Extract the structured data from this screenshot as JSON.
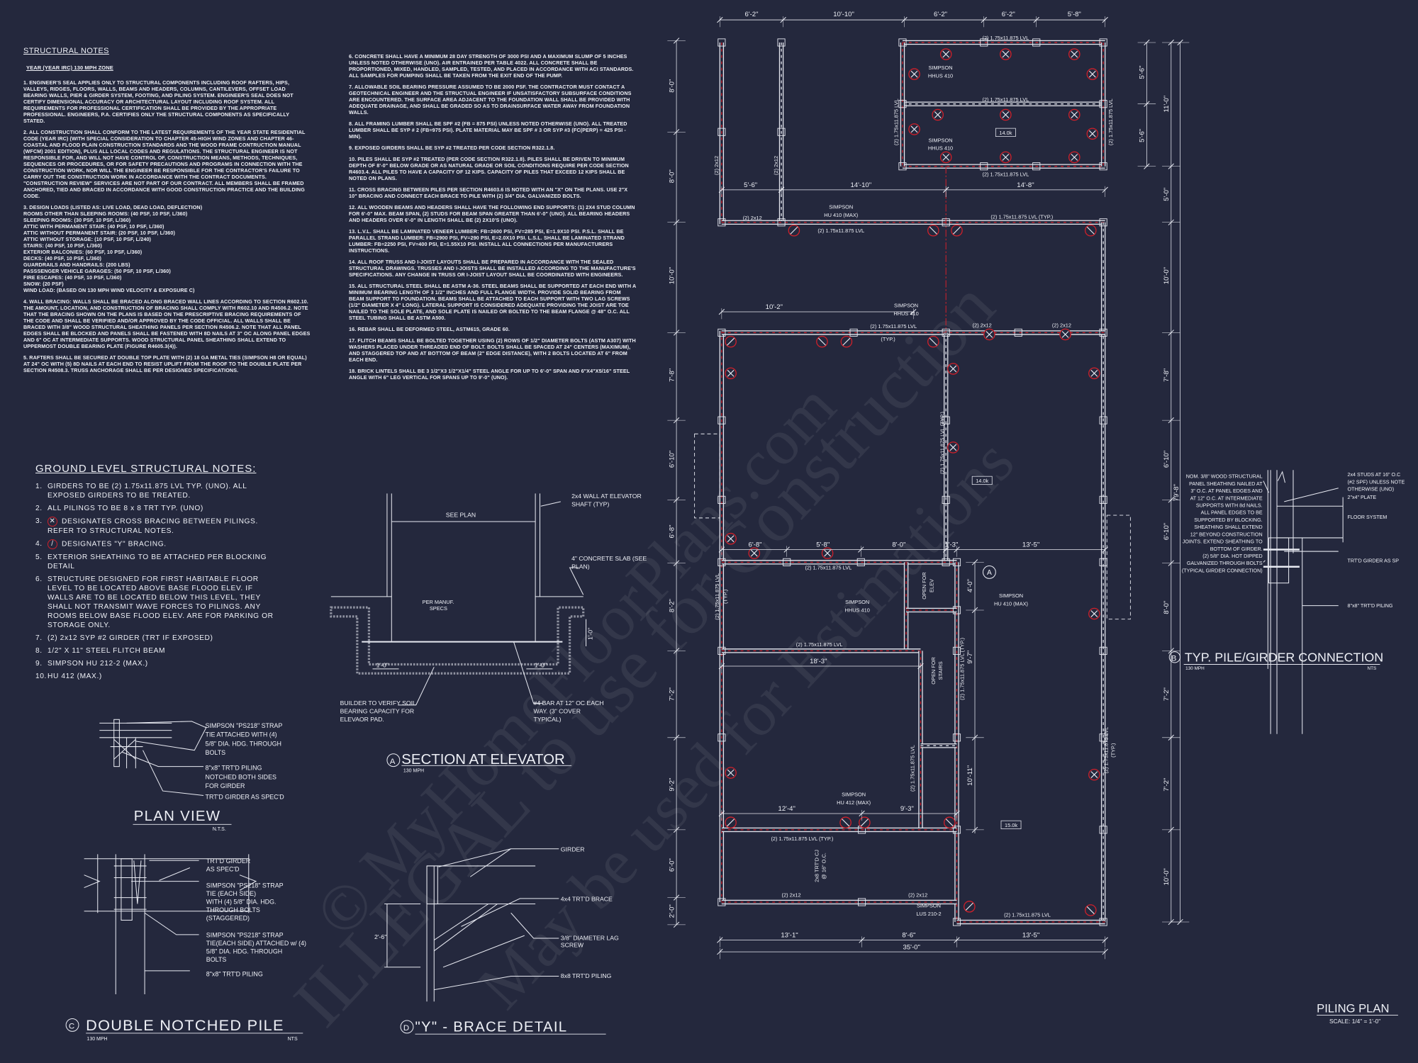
{
  "colors": {
    "background": "#24283d",
    "linework": "#e8eaf2",
    "pile_marker": "#d0202a"
  },
  "watermark": [
    "© MyHomeFloorPlans.com",
    "ILLEGAL to use for Construction",
    "May be used for Estimations"
  ],
  "structural_notes": {
    "title": "STRUCTURAL NOTES",
    "subtitle": "YEAR (YEAR IRC) 130 mph ZONE",
    "n1": "1. ENGINEER'S SEAL APPLIES ONLY TO STRUCTURAL COMPONENTS INCLUDING ROOF RAFTERS, HIPS, VALLEYS, RIDGES, FLOORS, WALLS, BEAMS AND HEADERS, COLUMNS, CANTILEVERS, OFFSET LOAD BEARING WALLS, PIER & GIRDER SYSTEM, FOOTING, AND PILING SYSTEM. ENGINEER'S SEAL DOES NOT CERTIFY DIMENSIONAL ACCURACY OR ARCHITECTURAL LAYOUT INCLUDING ROOF SYSTEM. ALL REQUIREMENTS FOR PROFESSIONAL CERTIFICATION SHALL BE PROVIDED BY THE APPROPRIATE PROFESSIONAL. ENGINEERS, P.A. CERTIFIES ONLY THE STRUCTURAL COMPONENTS AS SPECIFICALLY STATED.",
    "n2": "2. ALL CONSTRUCTION SHALL CONFORM TO THE LATEST REQUIREMENTS OF THE YEAR STATE RESIDENTIAL CODE (YEAR IRC) (WITH SPECIAL CONSIDERATION TO CHAPTER 45-HIGH WIND ZONES AND CHAPTER 46-COASTAL AND FLOOD PLAIN CONSTRUCTION STANDARDS AND THE WOOD FRAME CONTRUCTION MANUAL (WFCM) 2001 EDITION), PLUS ALL LOCAL CODES AND REGULATIONS. THE STRUCTURAL ENGINEER IS NOT RESPONSIBLE FOR, AND WILL NOT HAVE CONTROL OF, CONSTRUCTION MEANS, METHODS, TECHNIQUES, SEQUENCES OR PROCEDURES, OR FOR SAFETY PRECAUTIONS AND PROGRAMS IN CONNECTION WITH THE CONSTRUCTION WORK, NOR WILL THE ENGINEER BE RESPONSIBLE FOR THE CONTRACTOR'S FAILURE TO CARRY OUT THE CONSTRUCTION WORK IN ACCORDANCE WITH THE CONTRACT DOCUMENTS. \"CONSTRUCTION REVIEW\" SERVICES ARE NOT PART OF OUR CONTRACT. ALL MEMBERS SHALL BE FRAMED ANCHORED, TIED AND BRACED IN ACCORDANCE WITH GOOD CONSTRUCTION PRACTICE AND THE BUILDING CODE.",
    "n3": [
      "3. DESIGN LOADS (LISTED AS: LIVE LOAD, DEAD LOAD, DEFLECTION)",
      "ROOMS OTHER THAN SLEEPING ROOMS: (40 PSF, 10 PSF, L/360)",
      "SLEEPING ROOMS: (30 PSF, 10 PSF, L/360)",
      "ATTIC WITH PERMANENT STAIR: (40 PSF, 10 PSF, L/360)",
      "ATTIC WITHOUT PERMANENT STAIR: (20 PSF, 10 PSF, L/360)",
      "ATTIC WITHOUT STORAGE: (10 PSF, 10 PSF, L/240)",
      "STAIRS: (40 PSF, 10 PSF, L/360)",
      "EXTERIOR BALCONIES: (60 PSF, 10 PSF, L/360)",
      "DECKS: (40 PSF, 10 PSF, L/360)",
      "GUARDRAILS AND HANDRAILS: (200 LBS)",
      "PASSSENGER VEHICLE GARAGES: (50 PSF, 10 PSF, L/360)",
      "FIRE ESCAPES: (40 PSF, 10 PSF, L/360)",
      "SNOW: (20 PSF)",
      "WIND LOAD: (BASED ON 130 MPH WIND VELOCITY & EXPOSURE C)"
    ],
    "n4": "4. WALL BRACING: WALLS SHALL BE BRACED ALONG BRACED WALL LINES ACCORDING TO SECTION R602.10. THE AMOUNT, LOCATION, AND CONSTRUCTION OF BRACING SHALL COMPLY WITH R602.10 AND R4506.2. NOTE THAT THE BRACING SHOWN ON THE PLANS IS BASED ON THE PRESCRIPTIVE BRACING REQUIREMENTS OF THE CODE AND SHALL BE VERIFIED AND/OR APPROVED BY THE CODE OFFICIAL. ALL WALLS SHALL BE BRACED WITH 3/8\" WOOD STRUCTURAL SHEATHING PANELS PER SECTION R4506.2. NOTE THAT ALL PANEL EDGES SHALL BE BLOCKED AND PANELS SHALL BE FASTENED WITH 8d NAILS AT 3\" OC ALONG PANEL EDGES AND 6\" OC AT INTERMEDIATE SUPPORTS. WOOD STRUCTURAL PANEL SHEATHING SHALL EXTEND TO UPPERMOST DOUBLE BEARING PLATE (FIGURE R4605.3(4)).",
    "n5": "5. RAFTERS SHALL BE SECURED AT DOUBLE TOP PLATE WITH (2) 18 GA METAL TIES (SIMPSON H8 OR EQUAL) AT 24\" OC WITH (5) 8d NAILS AT EACH END TO RESIST UPLIFT FROM THE ROOF TO THE DOUBLE PLATE PER SECTION R4508.3. TRUSS ANCHORAGE SHALL BE PER DESIGNED SPECIFICATIONS."
  },
  "structural_notes_cont": [
    "6. CONCRETE SHALL HAVE A MINIMUM 28 DAY STRENGTH OF 3000 PSI AND A MAXIMUM SLUMP OF 5 INCHES UNLESS NOTED OTHERWISE (UNO). AIR ENTRAINED PER TABLE 4022. ALL CONCRETE SHALL BE PROPORTIONED, MIXED, HANDLED, SAMPLED, TESTED, AND PLACED IN ACCORDANCE WITH ACI STANDARDS. ALL SAMPLES FOR PUMPING SHALL BE TAKEN FROM THE EXIT END OF THE PUMP.",
    "7. ALLOWABLE SOIL BEARING PRESSURE ASSUMED TO BE 2000 PSF. THE CONTRACTOR MUST CONTACT A GEOTECHNICAL ENGINEER AND THE STRUCTUAL ENGINEER IF UNSATISFACTORY SUBSURFACE CONDITIONS ARE ENCOUNTERED. THE SURFACE AREA ADJACENT TO THE FOUNDATION WALL SHALL BE PROVIDED WITH ADEQUATE DRAINAGE, AND SHALL BE GRADED SO AS TO DRAINSURFACE WATER AWAY FROM FOUNDATION WALLS.",
    "8. ALL FRAMING LUMBER SHALL BE SPF #2 (Fb = 875 PSI) UNLESS NOTED OTHERWISE (UNO). ALL TREATED LUMBER SHALL BE SYP # 2 (Fb=975 PSI). PLATE MATERIAL MAY BE SPF # 3 OR SYP #3 (Fc(perp) = 425 PSI - MIN).",
    "9. EXPOSED GIRDERS SHALL BE SYP #2 TREATED PER CODE SECTION R322.1.8.",
    "10. PILES SHALL BE SYP #2 TREATED (PER CODE SECTION R322.1.8). PILES SHALL BE DRIVEN TO MINIMUM DEPTH OF 8'-0\" BELOW GRADE OR AS NATURAL GRADE OR SOIL CONDITIONS REQUIRE PER CODE SECTION R4603.4. ALL PILES TO HAVE A CAPACITY OF 12 KIPS. CAPACITY OF PILES THAT EXCEED 12 KIPS SHALL BE NOTED ON PLANS.",
    "11. CROSS BRACING BETWEEN PILES PER SECTION R4603.6 IS NOTED WITH AN \"X\" ON THE PLANS. USE 2\"x 10\" BRACING AND CONNECT EACH BRACE TO PILE WITH (2) 3/4\" DIA. GALVANIZED BOLTS.",
    "12. ALL WOODEN BEAMS AND HEADERS SHALL HAVE THE FOLLOWING END SUPPORTS: (1) 2x4 STUD COLUMN FOR 6'-0\" MAX. BEAM SPAN, (2) STUDS FOR BEAM SPAN GREATER THAN 6'-0\" (UNO). ALL BEARING HEADERS AND HEADERS OVER 6'-0\" IN LENGTH SHALL BE (2) 2x10's (UNO).",
    "13. L.V.L. SHALL BE LAMINATED VENEER LUMBER: Fb=2600 PSI, Fv=285 PSI, E=1.9x10 PSI. P.S.L. SHALL BE PARALLEL STRAND LUMBER: Fb=2900 PSI, Fv=290 PSI, E=2.0x10 PSI. L.S.L. SHALL BE LAMINATED STRAND LUMBER: Fb=2250 PSI, Fv=400 PSI, E=1.55x10 PSI. INSTALL ALL CONNECTIONS PER MANUFACTURERS INSTRUCTIONS.",
    "14. ALL ROOF TRUSS AND I-JOIST LAYOUTS SHALL BE PREPARED IN ACCORDANCE WITH THE SEALED STRUCTURAL DRAWINGS. TRUSSES AND I-JOISTS SHALL BE INSTALLED ACCORDING TO THE MANUFACTURE'S SPECIFICATIONS. ANY CHANGE IN TRUSS OR I-JOIST LAYOUT SHALL BE COORDINATED WITH ENGINEERS.",
    "15. ALL STRUCTURAL STEEL SHALL BE ASTM A-36. STEEL BEAMS SHALL BE SUPPORTED AT EACH END WITH A MINIMUM BEARING LENGTH OF 3 1/2\" INCHES AND FULL FLANGE WIDTH. PROVIDE SOLID BEARING FROM BEAM SUPPORT TO FOUNDATION. BEAMS SHALL BE ATTACHED TO EACH SUPPORT WITH TWO LAG SCREWS (1/2\" DIAMETER x 4\" LONG). LATERAL SUPPORT IS CONSIDERED ADEQUATE PROVIDING THE JOIST ARE TOE NAILED TO THE SOLE PLATE, AND SOLE PLATE IS NAILED OR BOLTED TO THE BEAM FLANGE @ 48\" O.C. ALL STEEL TUBING SHALL BE ASTM A500.",
    "16. REBAR SHALL BE DEFORMED STEEL, ASTM615, GRADE 60.",
    "17. FLITCH BEAMS SHALL BE BOLTED TOGETHER USING (2) ROWS OF 1/2\" DIAMETER BOLTS (ASTM A307) WITH WASHERS PLACED UNDER THREADED END OF BOLT. BOLTS SHALL BE SPACED AT 24\" CENTERS (MAXIMUM), AND STAGGERED TOP AND AT BOTTOM OF BEAM (2\" EDGE DISTANCE), WITH 2 BOLTS LOCATED AT 6\" FROM EACH END.",
    "18. BRICK LINTELS SHALL BE 3 1/2\"x3 1/2\"x1/4\" STEEL ANGLE FOR UP TO 6'-0\" SPAN AND 6\"x4\"x5/16\" STEEL ANGLE WITH 6\" LEG VERTICAL FOR SPANS UP TO 9'-0\" (UNO)."
  ],
  "ground_notes": {
    "title": "GROUND LEVEL STRUCTURAL NOTES:",
    "items": [
      {
        "num": "1.",
        "text": "GIRDERS TO BE (2) 1.75x11.875 LVL TYP. (UNO). ALL EXPOSED GIRDERS TO BE TREATED."
      },
      {
        "num": "2.",
        "text": "ALL PILINGS TO BE 8 x 8 TRT TYP. (UNO)"
      },
      {
        "num": "3.",
        "text": "DESIGNATES CROSS BRACING BETWEEN PILINGS. REFER TO STRUCTURAL NOTES.",
        "symbol": "✕"
      },
      {
        "num": "4.",
        "text": "DESIGNATES \"Y\" BRACING.",
        "symbol": "/"
      },
      {
        "num": "5.",
        "text": "EXTERIOR SHEATHING TO BE ATTACHED PER BLOCKING DETAIL"
      },
      {
        "num": "6.",
        "text": "STRUCTURE DESIGNED FOR FIRST HABITABLE FLOOR LEVEL TO BE LOCATED ABOVE BASE FLOOD ELEV. IF WALLS ARE TO BE LOCATED BELOW THIS LEVEL, THEY SHALL NOT TRANSMIT WAVE FORCES TO PILINGS. ANY ROOMS BELOW BASE FLOOD ELEV. ARE FOR PARKING OR STORAGE ONLY."
      },
      {
        "num": "7.",
        "text": "(2) 2x12 SYP #2 GIRDER (TRT IF EXPOSED)"
      },
      {
        "num": "8.",
        "text": "1/2\" X 11\" STEEL FLITCH BEAM"
      },
      {
        "num": "9.",
        "text": "SIMPSON HU 212-2 (MAX.)"
      },
      {
        "num": "10.",
        "text": "HU 412 (MAX.)"
      }
    ]
  },
  "plan_view": {
    "title": "PLAN VIEW",
    "scale": "N.T.S.",
    "callouts": [
      [
        "SIMPSON \"PS218\" STRAP",
        "TIE ATTACHED WITH (4)",
        "5/8\" DIA. HDG. THROUGH",
        "BOLTS"
      ],
      [
        "8\"x8\" TRT'D PILING",
        "NOTCHED BOTH SIDES",
        "FOR GIRDER"
      ],
      [
        "TRT'D GIRDER AS SPEC'D"
      ]
    ]
  },
  "double_notched_pile": {
    "tag": "C",
    "title": "DOUBLE NOTCHED PILE",
    "wind": "130 MPH",
    "scale": "NTS",
    "callouts": [
      [
        "TRT'D GIRDER",
        "AS SPEC'D"
      ],
      [
        "SIMPSON \"PS218\" STRAP",
        "TIE (EACH SIDE)",
        "WITH (4) 5/8\" DIA. HDG.",
        "THROUGH BOLTS",
        "(STAGGERED)"
      ],
      [
        "SIMPSON \"PS218\" STRAP",
        "TIE(EACH SIDE) ATTACHED w/ (4)",
        "5/8\" DIA. HDG. THROUGH",
        "BOLTS"
      ],
      [
        "8\"x8\" TRT'D PILING"
      ]
    ]
  },
  "section_elevator": {
    "tag": "A",
    "title": "SECTION AT ELEVATOR",
    "wind": "130 MPH",
    "see_plan": "SEE PLAN",
    "per_manuf": [
      "PER MANUF.",
      "SPECS"
    ],
    "dim_1ft": "1'-0\"",
    "callouts": [
      [
        "2x4 WALL AT ELEVATOR",
        "SHAFT (TYP)"
      ],
      [
        "4\" CONCRETE SLAB (SEE",
        "PLAN)"
      ],
      [
        "BUILDER TO VERIFY SOIL",
        "BEARING CAPACITY FOR",
        "ELEVAOR PAD."
      ],
      [
        "#4 BAR AT 12\" OC EACH",
        "WAY. (3\" COVER",
        "TYPICAL)"
      ]
    ]
  },
  "y_brace": {
    "tag": "D",
    "title": "\"Y\" - BRACE DETAIL",
    "dim": "2'-6\"",
    "callouts": [
      [
        "GIRDER"
      ],
      [
        "4x4 TRT'D BRACE"
      ],
      [
        "3/8\" DIAMETER LAG",
        "SCREW"
      ],
      [
        "8x8 TRT'D PILING"
      ]
    ]
  },
  "pile_girder": {
    "tag": "B",
    "title": "TYP. PILE/GIRDER CONNECTION",
    "wind": "130 MPH",
    "scale": "NTS",
    "left_callouts": [
      [
        "NOM. 3/8\" WOOD STRUCTURAL",
        "PANEL SHEATHING NAILED AT",
        "3\" O.C. AT PANEL EDGES AND",
        "AT 12\" O.C. AT INTERMEDIATE",
        "SUPPORTS WITH 8d NAILS.",
        "ALL PANEL EDGES TO BE",
        "SUPPORTED BY BLOCKING.",
        "SHEATHING SHALL EXTEND",
        "12\" BEYOND CONSTRUCTION",
        "JOINTS. EXTEND SHEATHING TO",
        "BOTTOM OF GIRDER."
      ],
      [
        "(2) 5/8\" DIA. HOT DIPPED",
        "GALVANIZED THROUGH BOLTS",
        "(TYPICAL GIRDER CONNECTION)"
      ]
    ],
    "right_callouts": [
      [
        "2x4 STUDS AT 16\" O.C",
        "(#2 SPF) UNLESS NOTE",
        "OTHERWISE (UNO)"
      ],
      [
        "2\"x4\" PLATE"
      ],
      [
        "FLOOR SYSTEM"
      ],
      [
        "TRT'D GIRDER AS SP"
      ],
      [
        "8\"x8\" TRT'D PILING"
      ]
    ]
  },
  "piling_plan": {
    "title": "PILING PLAN",
    "scale": "SCALE: 1/4\" = 1'-0\"",
    "top_dims": [
      "6'-2\"",
      "10'-10\"",
      "6'-2\"",
      "6'-2\"",
      "5'-8\""
    ],
    "left_dims": [
      "8'-0\"",
      "8'-0\"",
      "10'-0\"",
      "7'-8\"",
      "6'-10\"",
      "6'-8\"",
      "8'-2\"",
      "7'-2\"",
      "9'-2\"",
      "6'-0\"",
      "2'-0\""
    ],
    "right_dims": [
      "5'-6\"",
      "5'-6\"",
      "11'-0\"",
      "5'-0\"",
      "10'-0\"",
      "7'-8\"",
      "6'-10\"",
      "6'-10\"",
      "8'-0\"",
      "7'-2\"",
      "7'-2\"",
      "10'-0\"",
      "79'-8\""
    ],
    "bottom_dims": [
      "13'-1\"",
      "8'-6\"",
      "13'-5\"",
      "35'-0\""
    ],
    "interior_dims": [
      "5'-6\"",
      "14'-10\"",
      "14'-8\"",
      "10'-2\"",
      "6'-8\"",
      "5'-8\"",
      "8'-0\"",
      "1'-3\"",
      "13'-5\"",
      "4'-0\"",
      "18'-3\"",
      "9'-7\"",
      "10'-11\"",
      "12'-4\"",
      "9'-3\""
    ],
    "labels": [
      "(2) 1.75x11.875 LVL",
      "(2) 1.75x11.875 LVL",
      "(2) 1.75x11.875 LVL",
      "(2) 1.75x11.875 LVL",
      "(2) 1.75x11.875 LVL",
      "SIMPSON",
      "HHUS 410",
      "SIMPSON",
      "HHUS 410",
      "(2) 2x12",
      "(2) 2x12",
      "(2) 2x12",
      "SIMPSON",
      "HU 410 (MAX)",
      "(2) 1.75x11.875 LVL",
      "(2) 1.75x11.875 LVL (TYP.)",
      "SIMPSON",
      "HHUS 410",
      "(2) 1.75x11.875 LVL",
      "(TYP.)",
      "(2) 2x12",
      "(2) 2x12",
      "(2) 1.75x11.875 LVL (TYP.)",
      "(2) 1.75x11.875 LVL",
      "OPEN FOR",
      "ELEV",
      "SIMPSON",
      "HU 410 (MAX)",
      "SIMPSON",
      "HHUS 410",
      "(2) 1.75x11.875 LVL",
      "(TYP.)",
      "(2) 1.75x11.875 LVL",
      "OPEN FOR",
      "STAIRS",
      "(2) 1.75x11.875 LVL (TYP.)",
      "(2) 1.75x11.875 LVL",
      "(2) 1.75x11.875 LVL",
      "(TYP.)",
      "SIMPSON",
      "HU 412 (MAX)",
      "(2) 1.75x11.875 LVL (TYP.)",
      "2x8 TRT'D CJ",
      "@ 16\" O.C.",
      "(2) 2x12",
      "(2) 2x12",
      "SIMPSON",
      "LUS 210-2",
      "(2) 1.75x11.875 LVL"
    ],
    "load_tags": [
      "14.0k",
      "14.0k",
      "15.0k"
    ],
    "section_tag": "A"
  }
}
